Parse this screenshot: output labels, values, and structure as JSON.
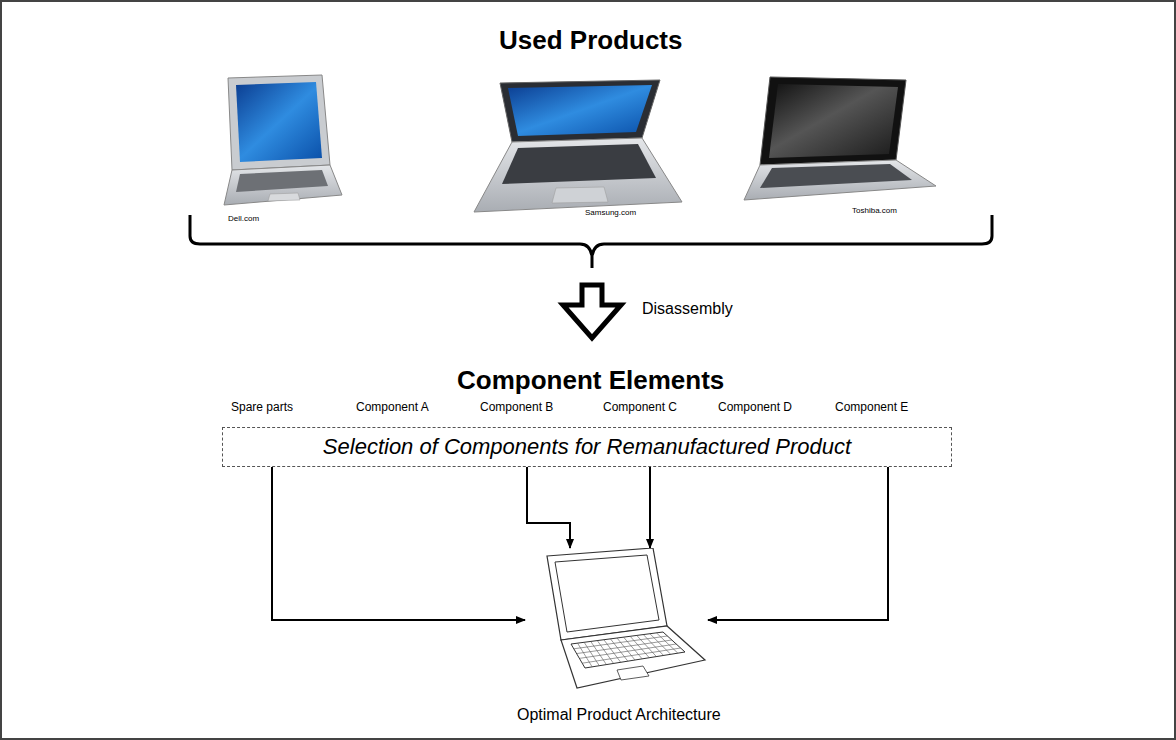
{
  "diagram": {
    "title": "Used Products",
    "nodes": [
      {
        "text": [
          "Selection of Components for Remanufactured Product"
        ]
      },
      {
        "text": [
          "Optimal Product Architecture"
        ]
      }
    ],
    "edges": [
      {
        "from": 0,
        "to": 1,
        "arrow": "to"
      },
      {
        "from": 0,
        "to": 1,
        "arrow": "to"
      },
      {
        "from": 0,
        "to": 1,
        "arrow": "to"
      },
      {
        "from": 0,
        "to": 1,
        "arrow": "to"
      }
    ],
    "labels": [
      "Dell.com",
      "Samsung.com",
      "Toshiba.com",
      "Disassembly",
      "Component Elements",
      "Spare parts",
      "Component A",
      "Component B",
      "Component C",
      "Component D",
      "Component E"
    ]
  }
}
